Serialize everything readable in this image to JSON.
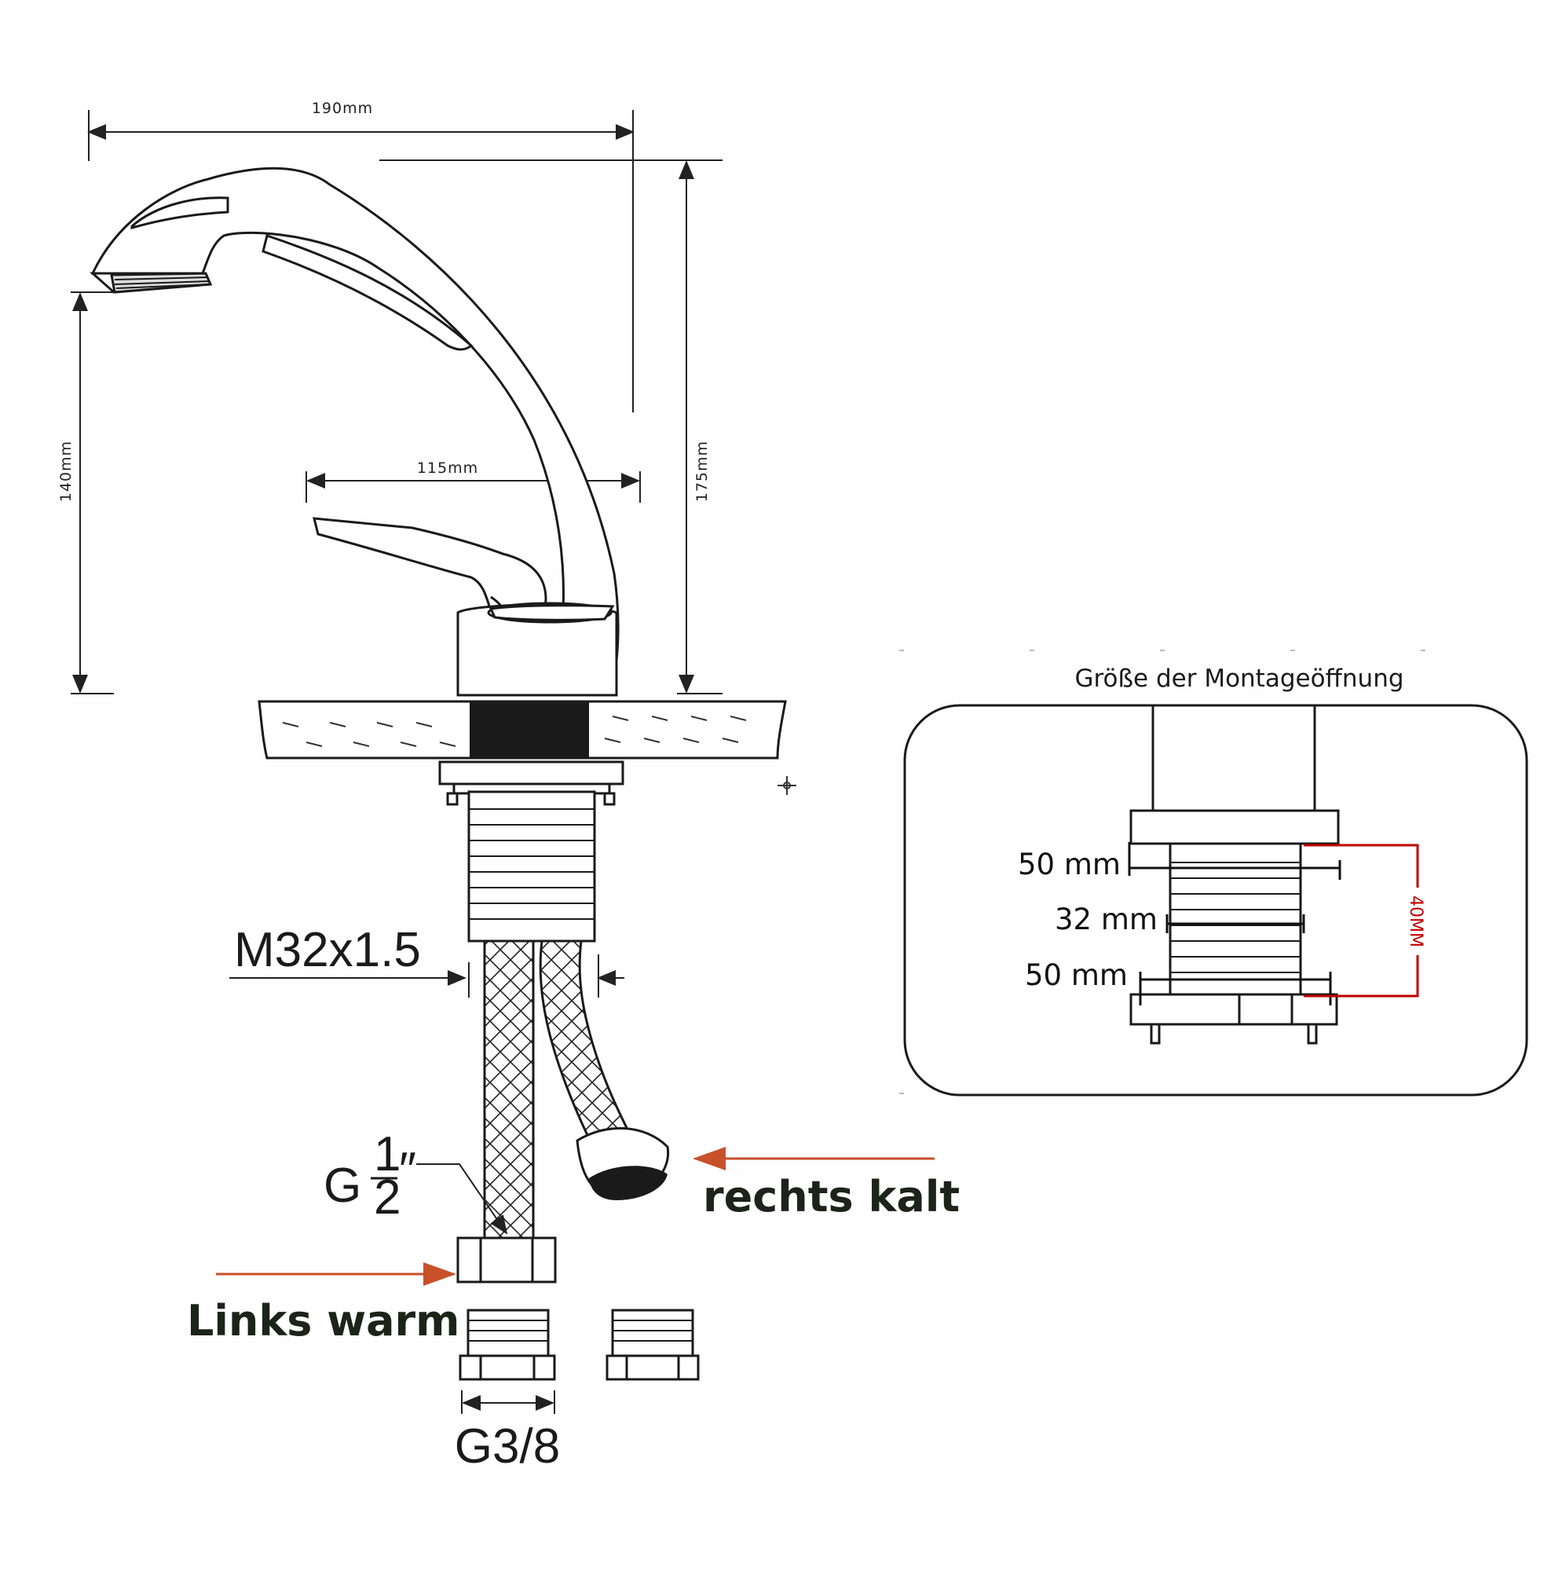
{
  "dimensions": {
    "width_total": "190mm",
    "height_spout": "140mm",
    "height_total": "175mm",
    "handle_reach": "115mm"
  },
  "thread_label": "M32x1.5",
  "inlet_label_prefix": "G",
  "inlet_label_num": "1",
  "inlet_label_den": "2",
  "inlet_label_suffix": "″",
  "adapter_label": "G3/8",
  "cold_label": "rechts kalt",
  "warm_label": "Links warm",
  "inset": {
    "title": "Größe der Montageöffnung",
    "top_diameter": "50 mm",
    "thread_diameter": "32 mm",
    "bottom_diameter": "50 mm",
    "height_label": "40MM"
  },
  "colors": {
    "line": "#1a1a1a",
    "arrow_red": "#c8502a",
    "dim_red": "#c00000",
    "label_dark": "#1c2419"
  }
}
